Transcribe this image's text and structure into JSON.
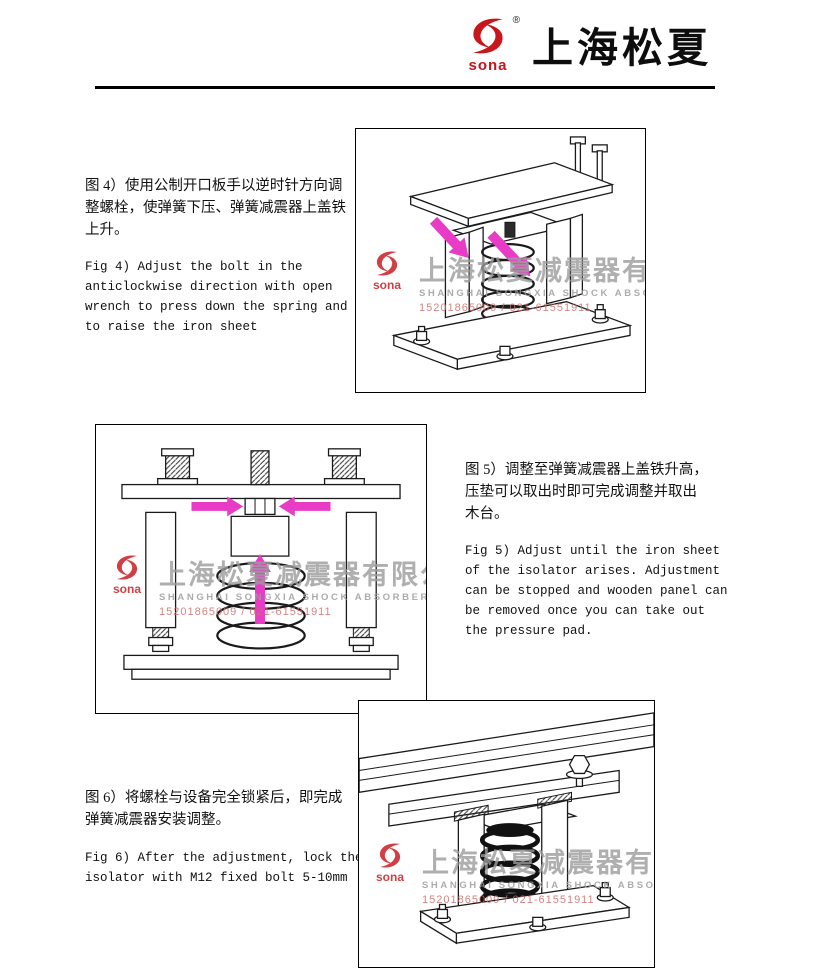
{
  "header": {
    "brand": "上海松夏",
    "logo_text": "sona",
    "registered_mark": "®"
  },
  "watermark": {
    "logo_text": "sona",
    "company_zh": "上海松夏减震器有限公司",
    "company_en": "SHANGHAI SONGXIA SHOCK ABSORBER CO..LTD",
    "phone": "15201865009 / 021-61551911"
  },
  "sections": [
    {
      "zh": "图 4）使用公制开口板手以逆时针方向调\n整螺栓，使弹簧下压、弹簧减震器上盖铁\n上升。",
      "en": "Fig 4) Adjust the bolt in the\nanticlockwise  direction with open\nwrench to press  down the spring and\nto raise the iron sheet"
    },
    {
      "zh": "图 5）调整至弹簧减震器上盖铁升高，\n压垫可以取出时即可完成调整并取出\n木台。",
      "en": "Fig 5) Adjust until the iron sheet\nof the  isolator arises. Adjustment\ncan be stopped  and wooden panel can\nbe removed once you can take out\nthe pressure pad."
    },
    {
      "zh": "图 6）将螺栓与设备完全锁紧后，即完成\n弹簧减震器安装调整。",
      "en": "Fig 6) After the adjustment, lock the\nisolator  with M12 fixed bolt 5-10mm"
    }
  ]
}
